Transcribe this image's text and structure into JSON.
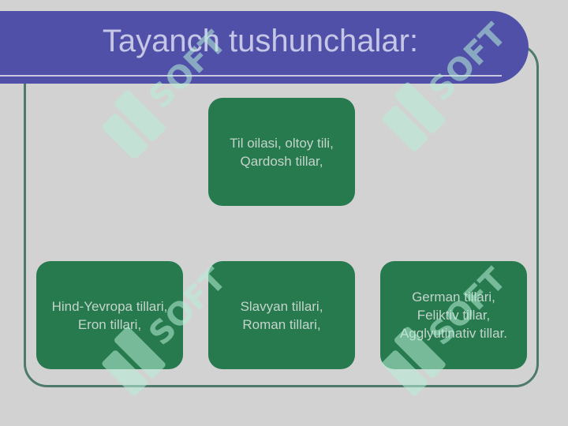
{
  "slide": {
    "title": "Tayanch tushunchalar:"
  },
  "boxes": {
    "top": {
      "lines": [
        "Til oilasi, oltoy tili,",
        "Qardosh tillar,"
      ]
    },
    "left": {
      "lines": [
        "Hind-Yevropa tillari,",
        "Eron tillari,"
      ]
    },
    "center": {
      "lines": [
        "Slavyan tillari,",
        "Roman tillari,"
      ]
    },
    "right": {
      "lines": [
        "German tillari,",
        "Feliktiv tillar,",
        "Agglyutinativ tillar."
      ]
    }
  },
  "watermark": {
    "text": "SOFT",
    "icon": "soft-logo-watermark",
    "color": "#b8f0d8"
  },
  "colors": {
    "title_bar": "#5050a8",
    "box": "#267a4e",
    "frame": "#4d7a6a",
    "background": "#d2d2d2"
  }
}
